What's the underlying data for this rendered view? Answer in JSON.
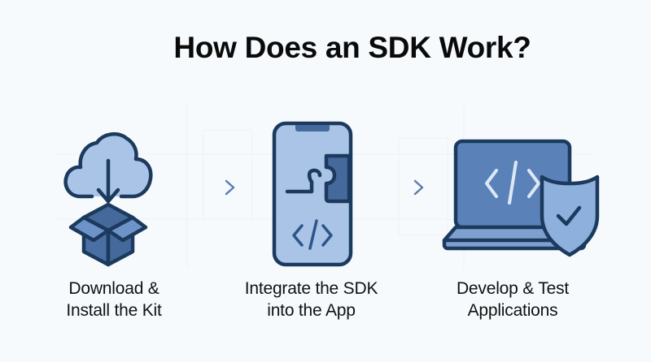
{
  "title": "How Does an SDK Work?",
  "colors": {
    "background": "#f6fafd",
    "outline": "#1b3a5e",
    "light_blue": "#a9c4e6",
    "mid_blue": "#5a82b8",
    "dark_blue": "#45699a",
    "arrow": "#5b7fb0"
  },
  "steps": [
    {
      "icon": "cloud-download-box-icon",
      "line1": "Download &",
      "line2": "Install the Kit"
    },
    {
      "icon": "phone-puzzle-code-icon",
      "line1": "Integrate the SDK",
      "line2": "into the App"
    },
    {
      "icon": "laptop-code-shield-icon",
      "line1": "Develop & Test",
      "line2": "Applications"
    }
  ],
  "arrows": [
    "arrow-right-icon",
    "arrow-right-icon"
  ]
}
